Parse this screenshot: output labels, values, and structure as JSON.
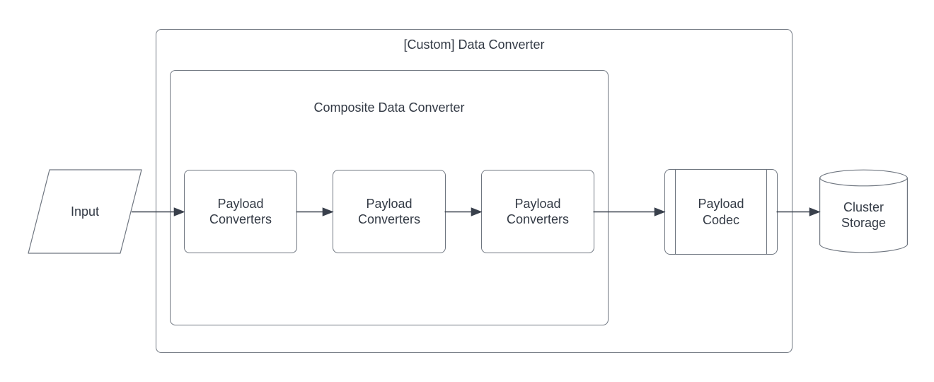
{
  "diagram": {
    "containers": {
      "outer": {
        "label": "[Custom] Data Converter"
      },
      "inner": {
        "label": "Composite Data Converter"
      }
    },
    "nodes": {
      "input": {
        "label": "Input",
        "shape": "parallelogram"
      },
      "payload_converters": [
        {
          "label": "Payload Converters",
          "shape": "rounded-rectangle"
        },
        {
          "label": "Payload Converters",
          "shape": "rounded-rectangle"
        },
        {
          "label": "Payload Converters",
          "shape": "rounded-rectangle"
        }
      ],
      "payload_codec": {
        "label": "Payload Codec",
        "shape": "predefined-process"
      },
      "cluster_storage": {
        "label": "Cluster Storage",
        "shape": "cylinder"
      }
    },
    "edges": [
      {
        "from": "input",
        "to": "payload-converters-1"
      },
      {
        "from": "payload-converters-1",
        "to": "payload-converters-2"
      },
      {
        "from": "payload-converters-2",
        "to": "payload-converters-3"
      },
      {
        "from": "payload-converters-3",
        "to": "payload-codec"
      },
      {
        "from": "payload-codec",
        "to": "cluster-storage"
      }
    ],
    "colors": {
      "shape_stroke": "#6f7680",
      "arrow": "#39404c",
      "text": "#333a45",
      "background": "#ffffff"
    }
  }
}
